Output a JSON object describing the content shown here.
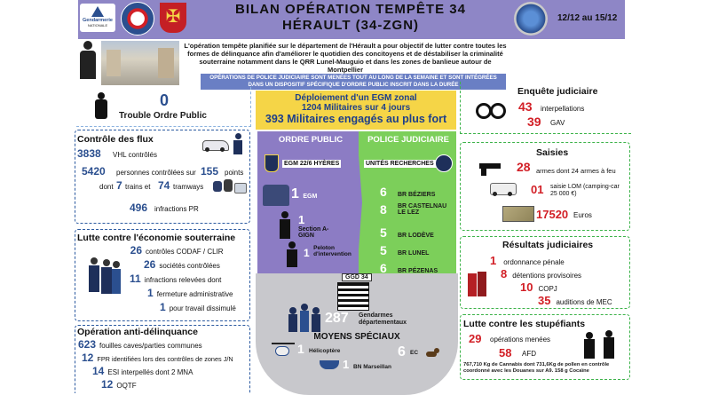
{
  "header": {
    "title_line1": "BILAN OPÉRATION TEMPÊTE 34",
    "title_line2": "HÉRAULT (34-ZGN)",
    "dates": "12/12 au 15/12",
    "gendarmerie_label": "Gendarmerie",
    "gendarmerie_sub": "NATIONALE"
  },
  "intro": {
    "text": "L'opération tempête planifiée sur le département de l'Hérault a pour objectif de lutter contre toutes les formes de délinquance afin d'améliorer le quotidien des concitoyens et de déstabiliser la criminalité souterraine notamment dans le QRR Lunel-Mauguio et dans les zones de banlieue autour de Montpellier",
    "banner": "OPÉRATIONS DE POLICE JUDICIAIRE SONT MENÉES TOUT AU LONG DE LA SEMAINE ET SONT INTÉGRÉES DANS UN DISPOSITIF SPÉCIFIQUE D'ORDRE PUBLIC INSCRIT DANS LA DURÉE"
  },
  "trouble": {
    "value": "0",
    "label": "Trouble Ordre Public"
  },
  "controle": {
    "title": "Contrôle des flux",
    "vhl_value": "3838",
    "vhl_label": "VHL contrôlés",
    "pers_value": "5420",
    "pers_label": "personnes contrôlées sur",
    "points_value": "155",
    "points_label": "points",
    "dont": "dont",
    "trains_value": "7",
    "trains_label": "trains et",
    "tram_value": "74",
    "tram_label": "tramways",
    "pr_value": "496",
    "pr_label": "infractions PR"
  },
  "eco": {
    "title": "Lutte contre l'économie souterraine",
    "rows": [
      {
        "value": "26",
        "label": "contrôles CODAF / CLIR"
      },
      {
        "value": "26",
        "label": "sociétés contrôlées"
      },
      {
        "value": "11",
        "label": "infractions relevées dont"
      },
      {
        "value": "1",
        "label": "fermeture administrative"
      },
      {
        "value": "1",
        "label": "pour travail dissimulé"
      }
    ]
  },
  "anti": {
    "title": "Opération anti-délinquance",
    "rows": [
      {
        "value": "623",
        "label": "fouilles caves/parties communes"
      },
      {
        "value": "12",
        "label": "FPR identifiées lors des contrôles de zones J/N"
      },
      {
        "value": "14",
        "label": "ESI interpellés dont 2 MNA"
      },
      {
        "value": "12",
        "label": "OQTF"
      }
    ]
  },
  "center": {
    "deploy_line1": "Déploiement d'un EGM zonal",
    "deploy_line2": "1204 Militaires sur 4 jours",
    "deploy_line3": "393 Militaires engagés au plus fort",
    "ordre_public": "ORDRE PUBLIC",
    "police_judiciaire": "POLICE JUDICIAIRE",
    "egm_label": "EGM 22/6 HYÈRES",
    "unites_label": "UNITÉS RECHERCHES",
    "op_items": [
      {
        "value": "1",
        "label": "EGM"
      },
      {
        "value": "1",
        "label": "Section A-GIGN"
      },
      {
        "value": "1",
        "label": "Peloton d'intervention"
      }
    ],
    "pj_items": [
      {
        "value": "6",
        "label": "BR BÉZIERS"
      },
      {
        "value": "8",
        "label": "BR CASTELNAU LE LEZ"
      },
      {
        "value": "5",
        "label": "BR LODÈVE"
      },
      {
        "value": "5",
        "label": "BR LUNEL"
      },
      {
        "value": "6",
        "label": "BR PÉZENAS"
      }
    ],
    "ggd_label": "GGD 34",
    "gend_value": "287",
    "gend_label": "Gendarmes départementaux",
    "moyens_title": "MOYENS SPÉCIAUX",
    "heli_value": "1",
    "heli_label": "Hélicoptère",
    "ec_value": "6",
    "ec_label": "EC",
    "bn_value": "1",
    "bn_label": "BN Marseillan"
  },
  "enquete": {
    "title": "Enquête judiciaire",
    "interp_value": "43",
    "interp_label": "interpellations",
    "gav_value": "39",
    "gav_label": "GAV"
  },
  "saisies": {
    "title": "Saisies",
    "armes_value": "28",
    "armes_label": "armes dont 24 armes à feu",
    "lom_value": "01",
    "lom_label": "saisie LOM (camping-car 25 000 €)",
    "euros_value": "17520",
    "euros_label": "Euros"
  },
  "resultats": {
    "title": "Résultats judiciaires",
    "rows": [
      {
        "value": "1",
        "label": "ordonnance pénale"
      },
      {
        "value": "8",
        "label": "détentions provisoires"
      },
      {
        "value": "10",
        "label": "COPJ"
      },
      {
        "value": "35",
        "label": "auditions de MEC"
      }
    ]
  },
  "stup": {
    "title": "Lutte contre les stupéfiants",
    "op_value": "29",
    "op_label": "opérations menées",
    "afd_value": "58",
    "afd_label": "AFD",
    "note": "767,710 Kg de Cannabis dont 731,6Kg de pollen en contrôle coordonné avec les Douanes sur A9. 158 g Cocaïne"
  },
  "colors": {
    "blue": "#2b4f8f",
    "red": "#d21f26",
    "purple": "#8c7cc4",
    "green": "#7ccf5a",
    "yellow": "#f5d547"
  }
}
